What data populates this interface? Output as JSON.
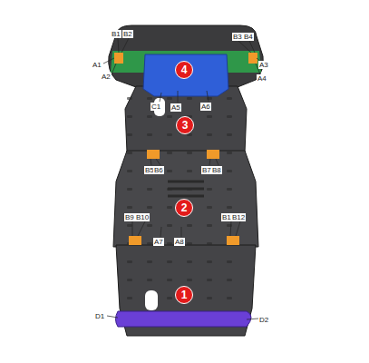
{
  "diagram": {
    "nodes": [
      {
        "text": [
          "4"
        ]
      },
      {
        "text": [
          "3"
        ]
      },
      {
        "text": [
          "2"
        ]
      },
      {
        "text": [
          "1"
        ]
      }
    ],
    "labels": [
      "B1",
      "B2",
      "A1",
      "A2",
      "B3",
      "B4",
      "A3",
      "A4",
      "C1",
      "A5",
      "A6",
      "B5",
      "B6",
      "B7",
      "B8",
      "B9",
      "B10",
      "B11",
      "B12",
      "A7",
      "A8",
      "D1",
      "D2"
    ]
  }
}
